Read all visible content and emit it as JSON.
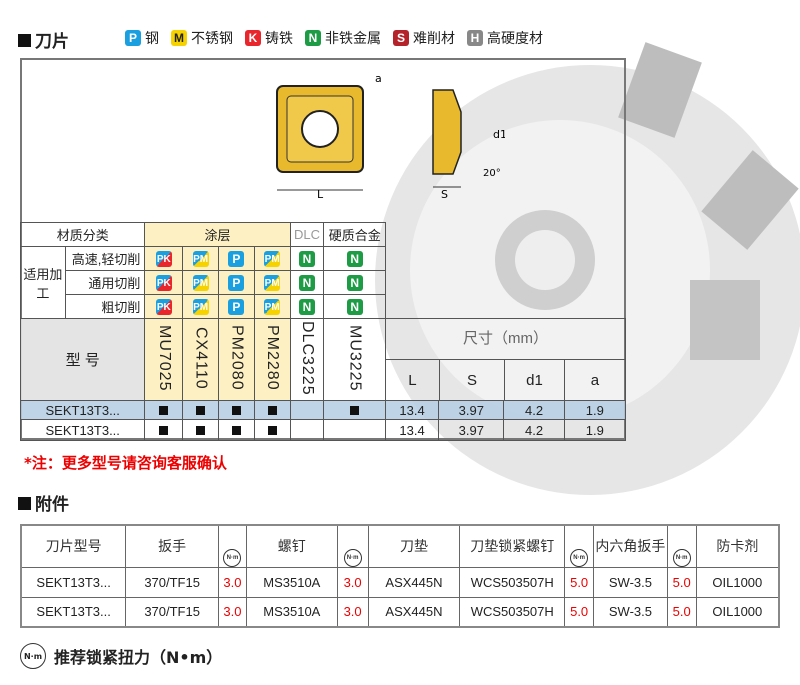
{
  "section1": {
    "title": "刀片"
  },
  "legend": [
    {
      "letter": "P",
      "label": "钢",
      "color": "#1a9fe0"
    },
    {
      "letter": "M",
      "label": "不锈钢",
      "color": "#f5d200"
    },
    {
      "letter": "K",
      "label": "铸铁",
      "color": "#e8262c"
    },
    {
      "letter": "N",
      "label": "非铁金属",
      "color": "#1d9b45"
    },
    {
      "letter": "S",
      "label": "难削材",
      "color": "#b5232a"
    },
    {
      "letter": "H",
      "label": "高硬度材",
      "color": "#888888"
    }
  ],
  "drawing": {
    "a": "a",
    "L": "L",
    "d1": "d1",
    "s": "S",
    "angle": "20°"
  },
  "insert_table": {
    "material_class": "材质分类",
    "coating": "涂层",
    "dlc": "DLC",
    "carbide": "硬质合金",
    "applicable": "适用加工",
    "cutting_rows": [
      "高速,轻切削",
      "通用切削",
      "粗切削"
    ],
    "row_badges": [
      "PK",
      "PM",
      "P",
      "PM",
      "N",
      "N"
    ],
    "model_label": "型 号",
    "grades": [
      "MU7025",
      "CX4110",
      "PM2080",
      "PM2280",
      "DLC3225",
      "MU3225"
    ],
    "size_header": "尺寸（mm）",
    "size_cols": [
      "L",
      "S",
      "d1",
      "a"
    ],
    "rows": [
      {
        "model": "SEKT13T3...",
        "marks": [
          true,
          true,
          true,
          true,
          false,
          true
        ],
        "L": "13.4",
        "S": "3.97",
        "d1": "4.2",
        "a": "1.9"
      },
      {
        "model": "SEKT13T3...",
        "marks": [
          true,
          true,
          true,
          true,
          false,
          false
        ],
        "L": "13.4",
        "S": "3.97",
        "d1": "4.2",
        "a": "1.9"
      }
    ]
  },
  "note": "*注：更多型号请咨询客服确认",
  "section2": {
    "title": "附件"
  },
  "acc_table": {
    "headers": [
      "刀片型号",
      "扳手",
      "螺钉",
      "刀垫",
      "刀垫锁紧螺钉",
      "内六角扳手",
      "防卡剂"
    ],
    "rows": [
      [
        "SEKT13T3...",
        "370/TF15",
        "3.0",
        "MS3510A",
        "3.0",
        "ASX445N",
        "WCS503507H",
        "5.0",
        "SW-3.5",
        "5.0",
        "OIL1000"
      ],
      [
        "SEKT13T3...",
        "370/TF15",
        "3.0",
        "MS3510A",
        "3.0",
        "ASX445N",
        "WCS503507H",
        "5.0",
        "SW-3.5",
        "5.0",
        "OIL1000"
      ]
    ]
  },
  "torque_icon": "N·m",
  "torque_note": "推荐锁紧扭力（N•m）"
}
